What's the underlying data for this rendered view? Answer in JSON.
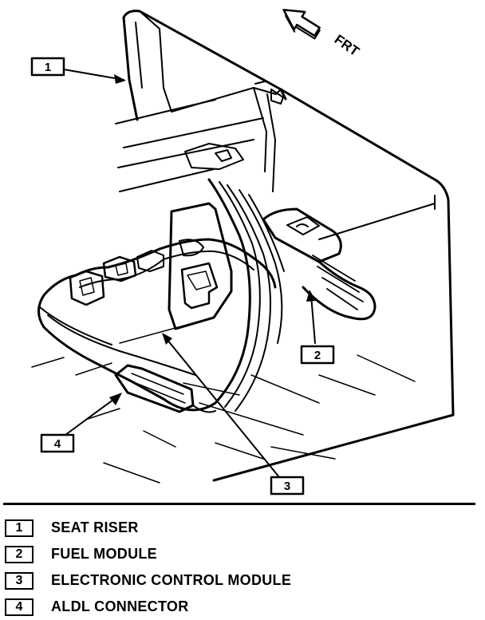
{
  "orientation": {
    "label": "FRT",
    "icon": "arrow-icon"
  },
  "callouts": [
    {
      "number": "1",
      "label": "SEAT RISER"
    },
    {
      "number": "2",
      "label": "FUEL MODULE"
    },
    {
      "number": "3",
      "label": "ELECTRONIC CONTROL MODULE"
    },
    {
      "number": "4",
      "label": "ALDL CONNECTOR"
    }
  ],
  "colors": {
    "ink": "#000000",
    "paper": "#ffffff"
  }
}
